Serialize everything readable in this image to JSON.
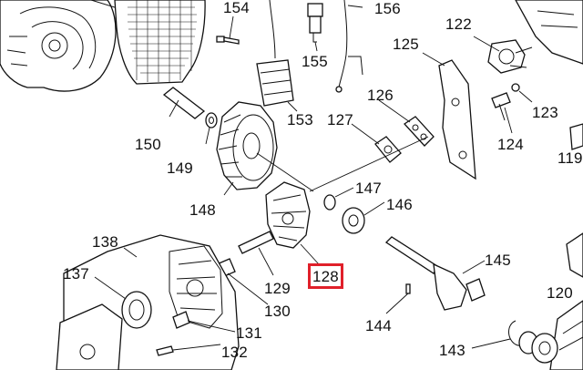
{
  "diagram": {
    "highlight_color": "#e0202a",
    "highlighted_part": "128",
    "labels": {
      "p154": "154",
      "p156": "156",
      "p155": "155",
      "p122": "122",
      "p125": "125",
      "p153": "153",
      "p126": "126",
      "p127": "127",
      "p123": "123",
      "p150": "150",
      "p124": "124",
      "p119": "119",
      "p149": "149",
      "p148": "148",
      "p147": "147",
      "p146": "146",
      "p138": "138",
      "p145": "145",
      "p128": "128",
      "p137": "137",
      "p129": "129",
      "p120": "120",
      "p130": "130",
      "p144": "144",
      "p131": "131",
      "p143": "143",
      "p132": "132"
    }
  }
}
